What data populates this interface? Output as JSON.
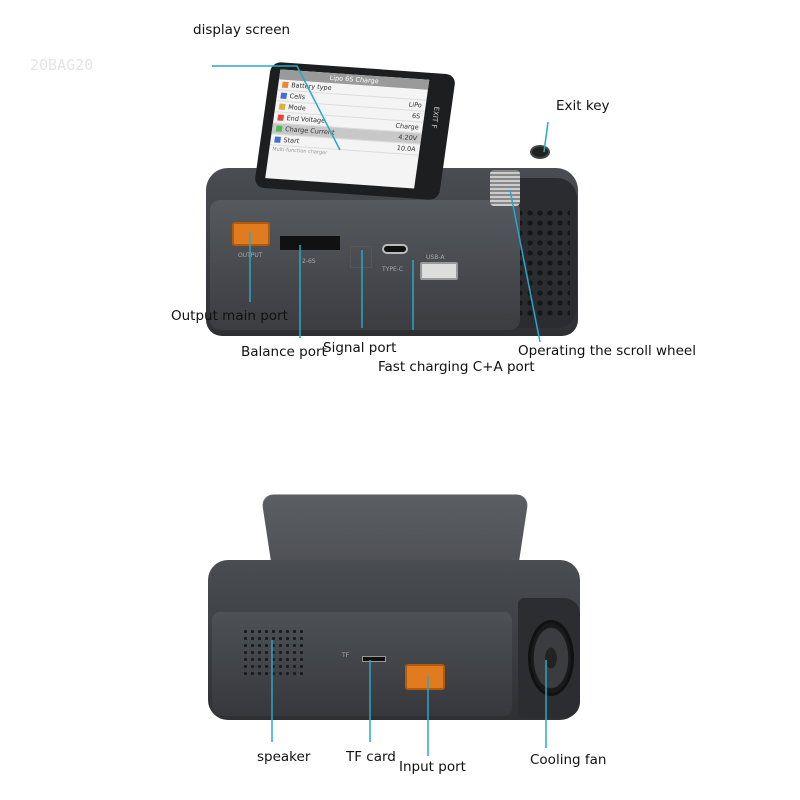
{
  "watermark": "20BAG20",
  "screen": {
    "title": "Lipo 6S Charge",
    "rows": [
      {
        "label": "Battery type",
        "value": "",
        "color": "#e8873a"
      },
      {
        "label": "Cells",
        "value": "LiPo",
        "color": "#3f6fd8"
      },
      {
        "label": "Mode",
        "value": "6S",
        "color": "#d9b23a"
      },
      {
        "label": "End Voltage",
        "value": "Charge",
        "color": "#e04a3a"
      },
      {
        "label": "Charge Current",
        "value": "4.20V",
        "color": "#4bbf4b"
      },
      {
        "label": "Start",
        "value": "10.0A",
        "color": "#3f6fd8"
      }
    ],
    "footer": "Multi-function charger"
  },
  "device_text": {
    "output": "OUTPUT",
    "balance": "2-6S",
    "typec": "TYPE-C",
    "usba": "USB-A",
    "exit": "EXIT F",
    "tf": "TF"
  },
  "labels": {
    "display_screen": "display screen",
    "exit_key": "Exit key",
    "output_main_port": "Output main port",
    "balance_port": "Balance port",
    "signal_port": "Signal port",
    "fast_charging": "Fast charging C+A port",
    "scroll_wheel": "Operating the scroll wheel",
    "speaker": "speaker",
    "tf_card": "TF card",
    "input_port": "Input port",
    "cooling_fan": "Cooling fan"
  }
}
